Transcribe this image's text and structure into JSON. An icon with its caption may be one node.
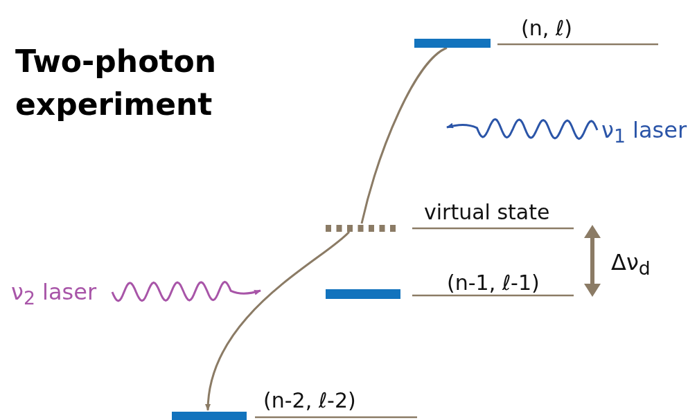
{
  "diagram": {
    "title": "Two-photon experiment",
    "nodes": [
      {
        "text": [
          "(n, ℓ)"
        ]
      },
      {
        "text": [
          "virtual state"
        ]
      },
      {
        "text": [
          "(n-1, ℓ-1)"
        ]
      },
      {
        "text": [
          "(n-2, ℓ-2)"
        ]
      },
      {
        "text": [
          "ν$_{1}$ laser"
        ]
      },
      {
        "text": [
          "ν$_{2}$ laser"
        ]
      }
    ],
    "edges": [
      {
        "from": 0,
        "to": 1,
        "arrow": "none"
      },
      {
        "from": 1,
        "to": 3,
        "arrow": "to"
      },
      {
        "from": 4,
        "to": null,
        "arrow": "to",
        "color": "#2b55a8"
      },
      {
        "from": 5,
        "to": null,
        "arrow": "to",
        "color": "#a855a8"
      }
    ],
    "labels": [
      "Δν$_{d}$"
    ]
  }
}
